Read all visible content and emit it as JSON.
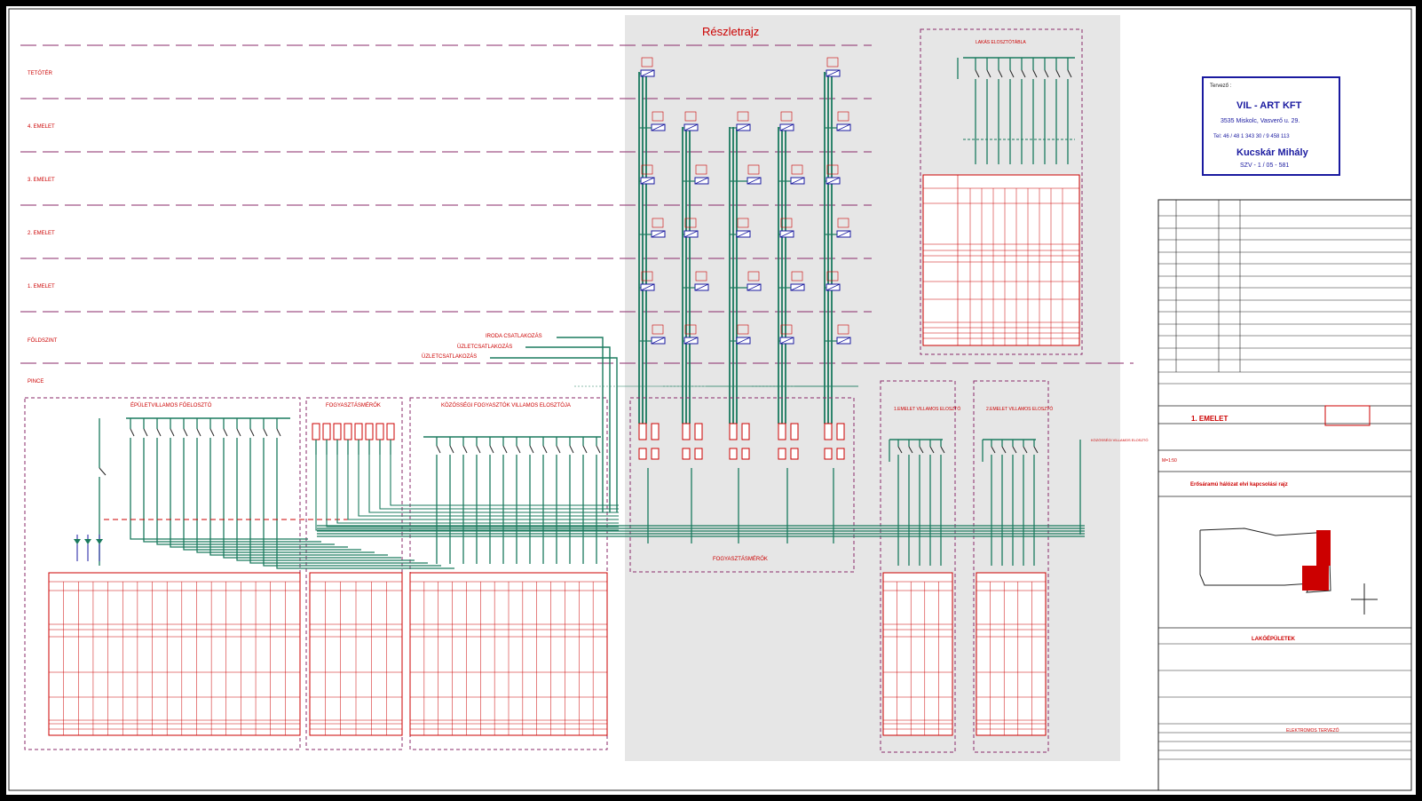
{
  "detail_title": "Részletrajz",
  "floors": [
    "TETŐTÉR",
    "4. EMELET",
    "3. EMELET",
    "2. EMELET",
    "1. EMELET",
    "FÖLDSZINT",
    "PINCE"
  ],
  "feeds": [
    "IRODA CSATLAKOZÁS",
    "ÜZLETCSATLAKOZÁS",
    "ÜZLETCSATLAKOZÁS"
  ],
  "section_titles": {
    "main_distributor": "ÉPÜLETVILLAMOS FŐELOSZTÓ",
    "meters": "FOGYASZTÁSMÉRŐK",
    "community": "KÖZÖSSÉGI FOGYASZTÓK VILLAMOS ELOSZTÓJA",
    "meters_detail": "FOGYASZTÁSMÉRŐK",
    "apartment_panel": "LAKÁS ELOSZTÓTÁBLA",
    "panel_1": "1.EMELET VILLAMOS ELOSZTÓ",
    "panel_2": "2.EMELET VILLAMOS ELOSZTÓ",
    "panel_side": "KÖZÖSSÉGI VILLAMOS ELOSZTÓ"
  },
  "designer": {
    "label": "Tervező :",
    "company": "VIL - ART KFT",
    "address": "3535 Miskolc, Vasverő u. 29.",
    "phone": "Tel: 46 / 48 1 343 30 / 9 458 113",
    "person": "Kucskár Mihály",
    "license": "SZV - 1 / 05 - 581"
  },
  "title_block": {
    "drawing": "1. EMELET",
    "scale": "M=1:50",
    "subject": "Erősáramú hálózat elvi kapcsolási rajz",
    "building": "LAKÓÉPÜLETEK",
    "type": "ELEKTROMOS TERVEZŐ"
  },
  "colors": {
    "wire": "#1a7a5e",
    "red": "#cc0000",
    "navy": "#1a1aa0",
    "dash": "#8a2a6a",
    "detail_bg": "#e6e6e6"
  }
}
